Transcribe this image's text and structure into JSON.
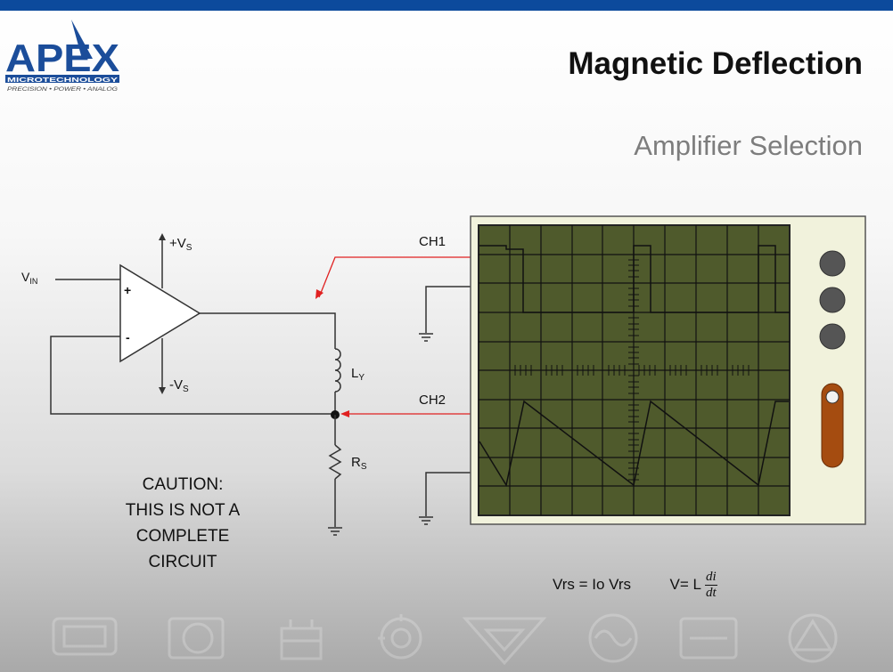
{
  "header": {
    "title": "Magnetic Deflection",
    "subtitle": "Amplifier Selection"
  },
  "logo": {
    "brand": "APEX",
    "line1": "MICROTECHNOLOGY",
    "line2": "PRECISION • POWER • ANALOG"
  },
  "circuit": {
    "labels": {
      "vin_main": "V",
      "vin_sub": "IN",
      "vplus_main": "+V",
      "vplus_sub": "S",
      "vminus_main": "-V",
      "vminus_sub": "S",
      "plus": "+",
      "minus": "-",
      "ly_main": "L",
      "ly_sub": "Y",
      "rs_main": "R",
      "rs_sub": "S",
      "ch1": "CH1",
      "ch2": "CH2"
    }
  },
  "caution": {
    "lines": [
      "CAUTION:",
      "THIS IS NOT A",
      "COMPLETE",
      "CIRCUIT"
    ]
  },
  "formulas": {
    "vrs": "Vrs = Io Vrs",
    "v_lhs": "V= L",
    "num": "di",
    "den": "dt"
  },
  "colors": {
    "topbar": "#0c4a9c",
    "screen": "#4f5a2c",
    "scope_body": "#f1f2dc",
    "knob": "#555555",
    "slider": "#a54c10",
    "probe": "#e02020",
    "title": "#111111",
    "subtitle": "#7d7d7d"
  },
  "icons": [
    "resistor-icon",
    "bulb-icon",
    "transformer-icon",
    "rotary-icon",
    "funnel-icon",
    "sine-source-icon",
    "capacitor-icon",
    "triangle-circle-icon"
  ]
}
